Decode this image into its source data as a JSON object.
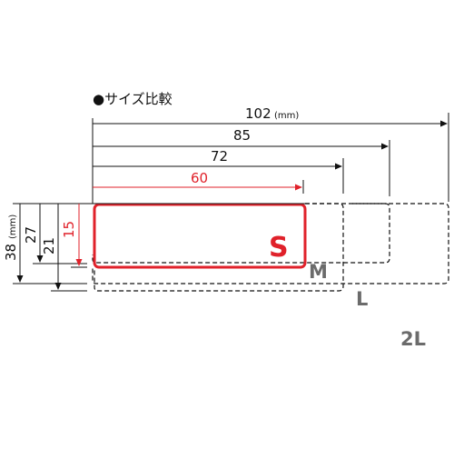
{
  "title": "●サイズ比較",
  "unit": "(mm)",
  "colors": {
    "accent": "#e0212a",
    "line": "#111111",
    "size_label": "#6b6b6b"
  },
  "widths": [
    {
      "id": "2L",
      "label": "102",
      "unit": "(mm)"
    },
    {
      "id": "L",
      "label": "85"
    },
    {
      "id": "M",
      "label": "72"
    },
    {
      "id": "S",
      "label": "60"
    }
  ],
  "heights": [
    {
      "id": "2L",
      "label": "38",
      "unit": "(mm)"
    },
    {
      "id": "L",
      "label": "27"
    },
    {
      "id": "M",
      "label": "21"
    },
    {
      "id": "S",
      "label": "15"
    }
  ],
  "sizes": [
    {
      "id": "S",
      "label": "S"
    },
    {
      "id": "M",
      "label": "M"
    },
    {
      "id": "L",
      "label": "L"
    },
    {
      "id": "2L",
      "label": "2L"
    }
  ]
}
